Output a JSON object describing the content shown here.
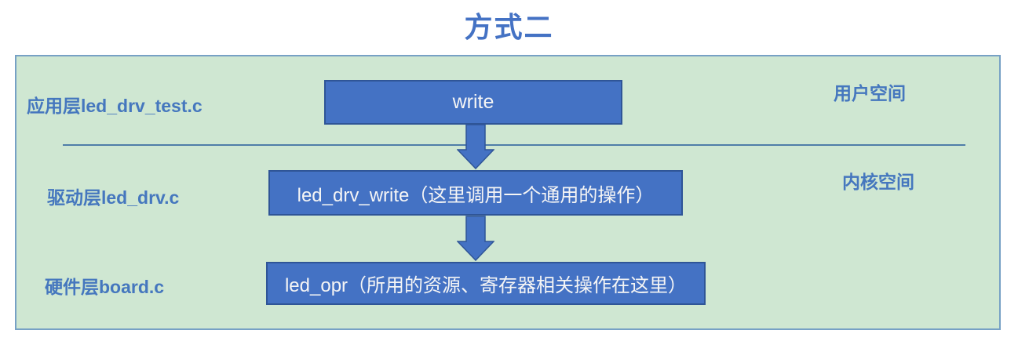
{
  "diagram": {
    "title": "方式二",
    "region_labels": {
      "user_space": "用户空间",
      "kernel_space": "内核空间"
    },
    "rows": [
      {
        "layer": "应用层led_drv_test.c",
        "box": "write"
      },
      {
        "layer": "驱动层led_drv.c",
        "box": "led_drv_write（这里调用一个通用的操作）"
      },
      {
        "layer": "硬件层board.c",
        "box": "led_opr（所用的资源、寄存器相关操作在这里）"
      }
    ],
    "icons": {
      "flow_arrow": "down-arrow-icon"
    }
  },
  "colors": {
    "title_text": "#4472c4",
    "panel_background": "#cfe7d2",
    "panel_border": "#77a1c5",
    "box_fill": "#4472c4",
    "box_border": "#2f5597",
    "box_text": "#f5f5f5",
    "label_text": "#4577be",
    "divider_line": "#4f7da8"
  }
}
